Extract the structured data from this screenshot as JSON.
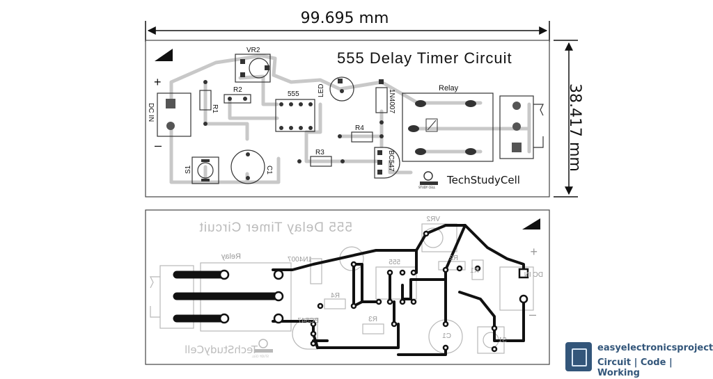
{
  "dimensions": {
    "width_label": "99.695 mm",
    "height_label": "38.417 mm"
  },
  "top_board": {
    "title": "555 Delay Timer Circuit",
    "brand": "TechStudyCell",
    "logo_text": "STUDY CELL",
    "labels": {
      "vr2": "VR2",
      "r2": "R2",
      "r1": "R1",
      "ic": "555",
      "led": "LED",
      "diode": "1N4007",
      "relay": "Relay",
      "r4": "R4",
      "r3": "R3",
      "transistor": "BC547",
      "c1": "C1",
      "s1": "S1",
      "dc_in": "DC IN",
      "plus": "+",
      "minus": "–"
    }
  },
  "bottom_board": {
    "title": "555 Delay Timer Circuit",
    "brand": "TechStudyCell",
    "logo_text": "STUDY CELL",
    "labels": {
      "vr2": "VR2",
      "r2": "R2",
      "r1": "R1",
      "ic": "555",
      "relay": "Relay",
      "diode": "1N4007",
      "r4": "R4",
      "r3": "R3",
      "transistor": "BC547",
      "c1": "C1",
      "s1": "S1",
      "dc_in": "DC IN",
      "plus": "+",
      "minus": "–"
    }
  },
  "watermark": {
    "site": "easyelectronicsproject.com",
    "tagline": "Circuit | Code | Working"
  },
  "colors": {
    "trace_top": "#c8c8c8",
    "trace_bottom": "#111111",
    "outline": "#333333",
    "silk_bottom": "#b8b8b8",
    "brand_blue": "#33567a"
  }
}
